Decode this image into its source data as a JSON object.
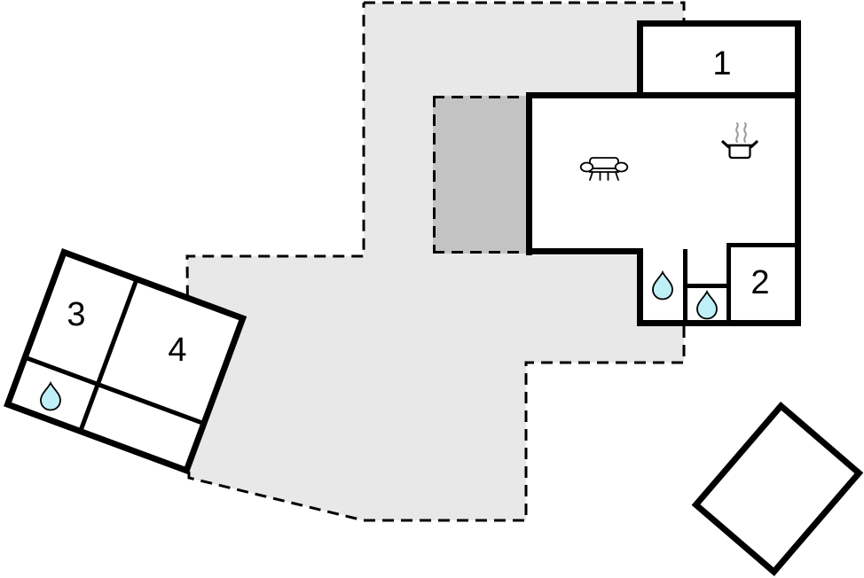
{
  "figure": {
    "type": "floor-plan",
    "background": "#ffffff"
  },
  "rooms": [
    {
      "label": "1"
    },
    {
      "label": "2"
    },
    {
      "label": "3"
    },
    {
      "label": "4"
    }
  ],
  "icons": {
    "living_area": "sofa-icon",
    "kitchen": "cooking-pot-icon",
    "bathroom": "water-drop-icon",
    "water_drop_count": 3
  },
  "colors": {
    "terrace": "#e8e8e8",
    "covered_terrace": "#c3c3c3",
    "wall": "#000000",
    "water_drop": "#bff0f7",
    "steam": "#999999"
  }
}
